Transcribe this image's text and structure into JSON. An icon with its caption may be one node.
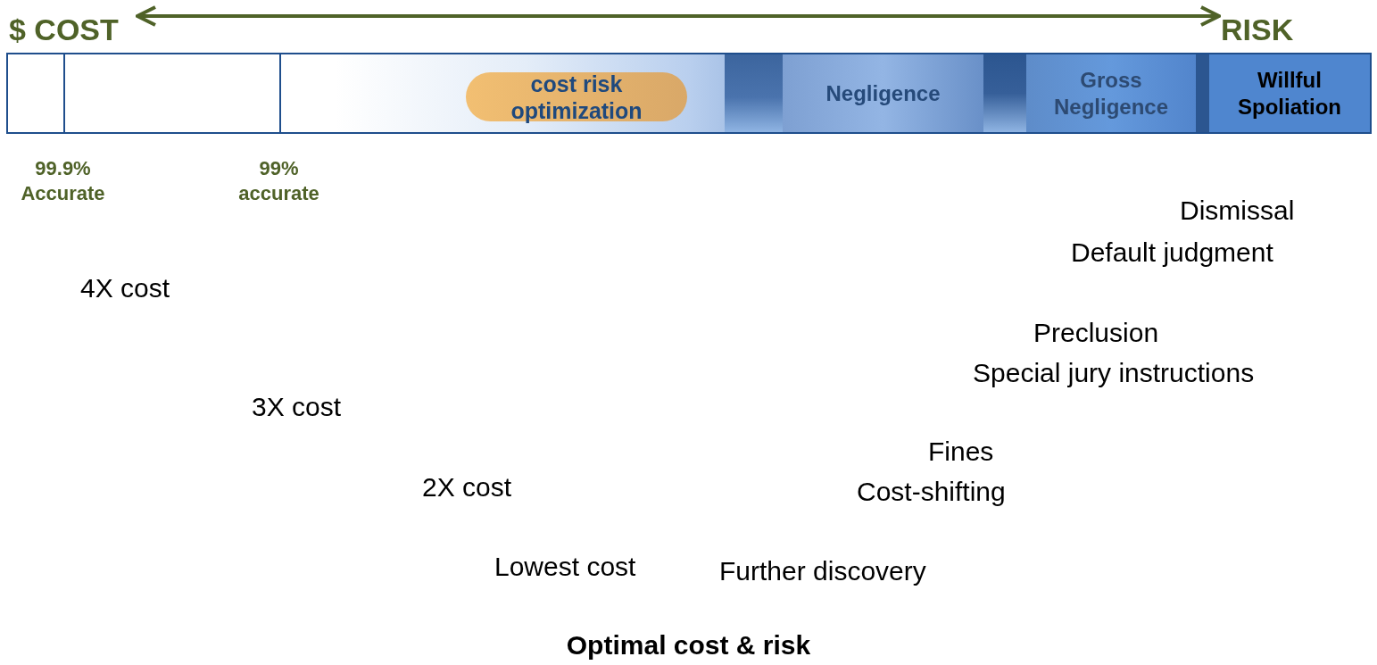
{
  "diagram": {
    "caption": "Optimal cost & risk",
    "nodes": [
      {
        "text": [
          "$ COST"
        ]
      },
      {
        "text": [
          "RISK"
        ]
      },
      {
        "text": [],
        "shape": "bar"
      },
      {
        "text": [],
        "shape": "box",
        "in": 2
      },
      {
        "text": [],
        "shape": "box",
        "in": 2
      },
      {
        "text": [
          "cost risk optimization"
        ],
        "in": 2
      },
      {
        "text": [],
        "shape": "bar",
        "in": 2
      },
      {
        "text": [
          "Negligence"
        ],
        "in": 2
      },
      {
        "text": [],
        "shape": "bar",
        "in": 2
      },
      {
        "text": [
          "Gross Negligence"
        ],
        "in": 2
      },
      {
        "text": [],
        "shape": "bar",
        "in": 2
      },
      {
        "text": [
          "Willful Spoliation"
        ],
        "in": 2
      }
    ],
    "edges": [
      {
        "from": 0,
        "to": 1,
        "arrow": "both",
        "color": "#4f6228"
      }
    ],
    "labels": [
      "99.9% Accurate",
      "99% accurate",
      "Dismissal",
      "Default judgment",
      "4X cost",
      "Preclusion",
      "Special jury instructions",
      "3X cost",
      "Fines",
      "Cost-shifting",
      "2X cost",
      "Lowest cost",
      "Further discovery"
    ]
  }
}
